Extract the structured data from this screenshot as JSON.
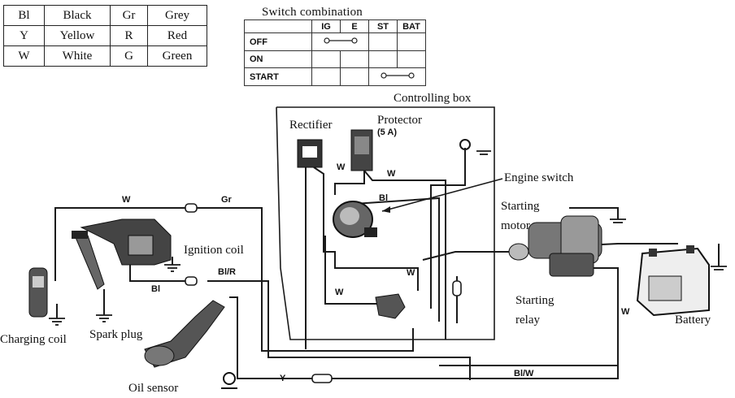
{
  "legend": [
    [
      "Bl",
      "Black",
      "Gr",
      "Grey"
    ],
    [
      "Y",
      "Yellow",
      "R",
      "Red"
    ],
    [
      "W",
      "White",
      "G",
      "Green"
    ]
  ],
  "switch_table": {
    "title": "Switch combination",
    "headers": [
      "IG",
      "E",
      "ST",
      "BAT"
    ],
    "rows": [
      "OFF",
      "ON",
      "START"
    ]
  },
  "labels": {
    "controlling_box": "Controlling box",
    "rectifier": "Rectifier",
    "protector": "Protector",
    "protector_rating": "(5 A)",
    "engine_switch": "Engine switch",
    "starting_motor_1": "Starting",
    "starting_motor_2": "motor",
    "ignition_coil": "Ignition coil",
    "charging_coil": "Charging coil",
    "spark_plug": "Spark plug",
    "oil_sensor": "Oil sensor",
    "starting_relay_1": "Starting",
    "starting_relay_2": "relay",
    "battery": "Battery"
  },
  "wire_labels": {
    "w_top": "W",
    "gr_top": "Gr",
    "bl_r": "Bl/R",
    "bl_left": "Bl",
    "w_rect": "W",
    "w_prot": "W",
    "bl_switch": "Bl",
    "w_lower": "W",
    "w_relay": "W",
    "y_bottom": "Y",
    "bl_w": "Bl/W",
    "w_small": "W"
  },
  "icons": [
    "ground-icon",
    "connector-icon",
    "battery-icon",
    "motor-icon",
    "coil-icon",
    "plug-icon"
  ]
}
